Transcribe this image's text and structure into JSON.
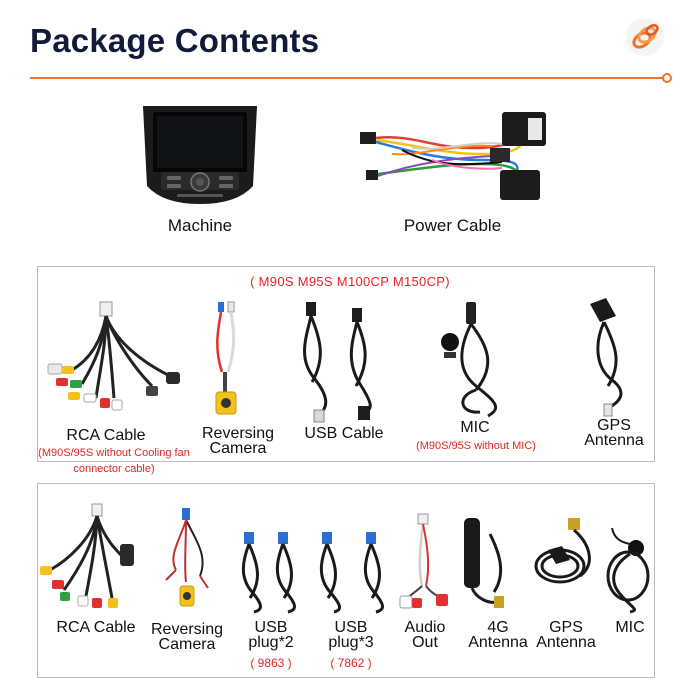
{
  "header": {
    "title": "Package Contents",
    "accent_color": "#f0722a",
    "title_color": "#121a3a"
  },
  "top_items": [
    {
      "label": "Machine",
      "icon": "car-stereo-unit-icon"
    },
    {
      "label": "Power Cable",
      "icon": "wiring-harness-icon"
    }
  ],
  "box1": {
    "models": "( M90S M95S M100CP M150CP)",
    "items": [
      {
        "label": "RCA Cable",
        "note": "(M90S/95S without Cooling fan connector cable)"
      },
      {
        "label": "Reversing Camera"
      },
      {
        "label": "USB Cable"
      },
      {
        "label": "MIC",
        "note": "(M90S/95S without MIC)"
      },
      {
        "label": "GPS Antenna"
      }
    ]
  },
  "box2": {
    "items": [
      {
        "label": "RCA Cable"
      },
      {
        "label": "Reversing Camera"
      },
      {
        "label": "USB plug*2",
        "note": "( 9863 )"
      },
      {
        "label": "USB plug*3",
        "note": "( 7862 )"
      },
      {
        "label": "Audio Out"
      },
      {
        "label": "4G Antenna"
      },
      {
        "label": "GPS Antenna"
      },
      {
        "label": "MIC"
      }
    ]
  },
  "colors": {
    "note_red": "#e32424",
    "border_gray": "#bdbdbd"
  }
}
